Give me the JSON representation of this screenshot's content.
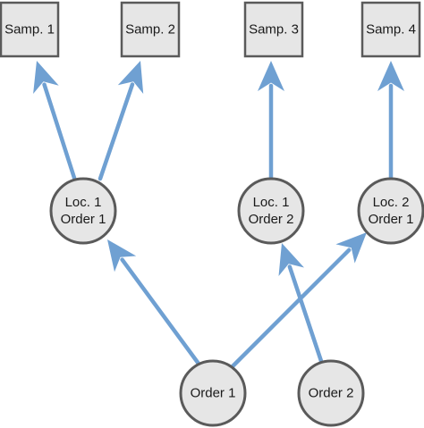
{
  "diagram": {
    "colors": {
      "arrow": "#6fa0d2",
      "node_fill": "#e6e6e6",
      "node_stroke": "#5a5a5a",
      "text": "#1a1a1a"
    },
    "nodes": [
      {
        "id": "samp1",
        "shape": "box",
        "lines": [
          "Samp. 1"
        ]
      },
      {
        "id": "samp2",
        "shape": "box",
        "lines": [
          "Samp. 2"
        ]
      },
      {
        "id": "samp3",
        "shape": "box",
        "lines": [
          "Samp. 3"
        ]
      },
      {
        "id": "samp4",
        "shape": "box",
        "lines": [
          "Samp. 4"
        ]
      },
      {
        "id": "loc1order1",
        "shape": "circle",
        "lines": [
          "Loc. 1",
          "Order 1"
        ]
      },
      {
        "id": "loc1order2",
        "shape": "circle",
        "lines": [
          "Loc. 1",
          "Order 2"
        ]
      },
      {
        "id": "loc2order1",
        "shape": "circle",
        "lines": [
          "Loc. 2",
          "Order 1"
        ]
      },
      {
        "id": "order1",
        "shape": "circle",
        "lines": [
          "Order 1"
        ]
      },
      {
        "id": "order2",
        "shape": "circle",
        "lines": [
          "Order 2"
        ]
      }
    ],
    "edges": [
      {
        "from": "loc1order1",
        "to": "samp1"
      },
      {
        "from": "loc1order1",
        "to": "samp2"
      },
      {
        "from": "loc1order2",
        "to": "samp3"
      },
      {
        "from": "loc2order1",
        "to": "samp4"
      },
      {
        "from": "order1",
        "to": "loc1order1"
      },
      {
        "from": "order1",
        "to": "loc2order1"
      },
      {
        "from": "order2",
        "to": "loc1order2"
      }
    ]
  }
}
